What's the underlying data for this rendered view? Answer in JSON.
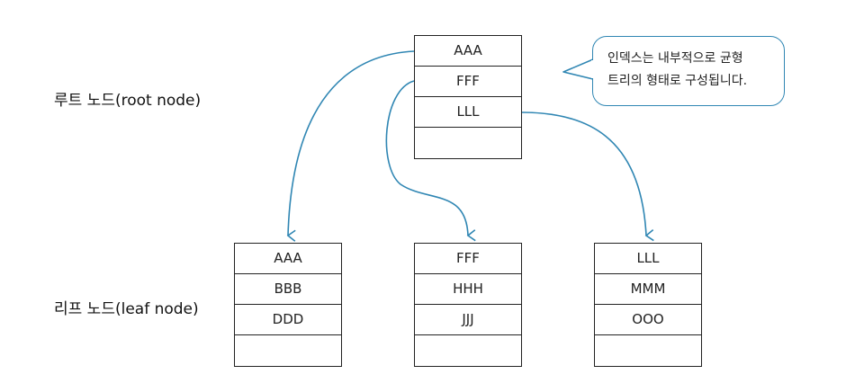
{
  "labels": {
    "root": "루트 노드(root node)",
    "leaf": "리프 노드(leaf node)"
  },
  "callout": {
    "line1": "인덱스는 내부적으로 균형",
    "line2": "트리의 형태로 구성됩니다."
  },
  "root_node": {
    "cells": [
      "AAA",
      "FFF",
      "LLL",
      ""
    ]
  },
  "leaf_nodes": [
    {
      "cells": [
        "AAA",
        "BBB",
        "DDD",
        ""
      ]
    },
    {
      "cells": [
        "FFF",
        "HHH",
        "JJJ",
        ""
      ]
    },
    {
      "cells": [
        "LLL",
        "MMM",
        "OOO",
        ""
      ]
    }
  ],
  "colors": {
    "arrow": "#2f86b3",
    "border": "#222222",
    "text": "#222222"
  }
}
